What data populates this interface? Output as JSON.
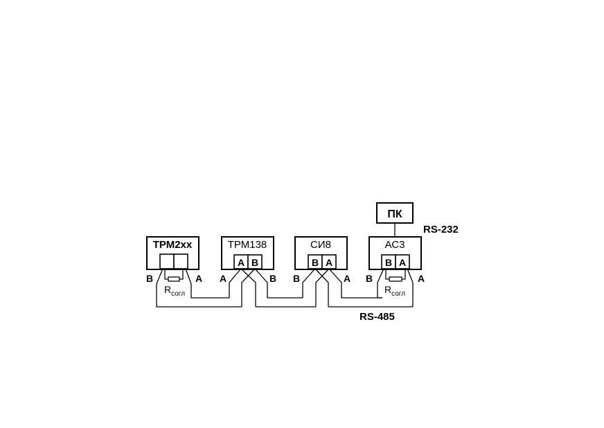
{
  "devices": {
    "trm2xx": {
      "label": "ТРМ2хх"
    },
    "trm138": {
      "label": "ТРМ138",
      "terminals": [
        "A",
        "B"
      ]
    },
    "si8": {
      "label": "СИ8",
      "terminals": [
        "B",
        "A"
      ]
    },
    "ac3": {
      "label": "АС3",
      "terminals": [
        "B",
        "A"
      ]
    },
    "pc": {
      "label": "ПК"
    }
  },
  "wire_labels": {
    "trm2xx": [
      "B",
      "A"
    ],
    "trm138": [
      "A",
      "B"
    ],
    "si8": [
      "B",
      "A"
    ],
    "ac3": [
      "B",
      "A"
    ]
  },
  "resistor": {
    "main": "R",
    "sub": "согл"
  },
  "bus_labels": {
    "rs232": "RS-232",
    "rs485": "RS-485"
  }
}
